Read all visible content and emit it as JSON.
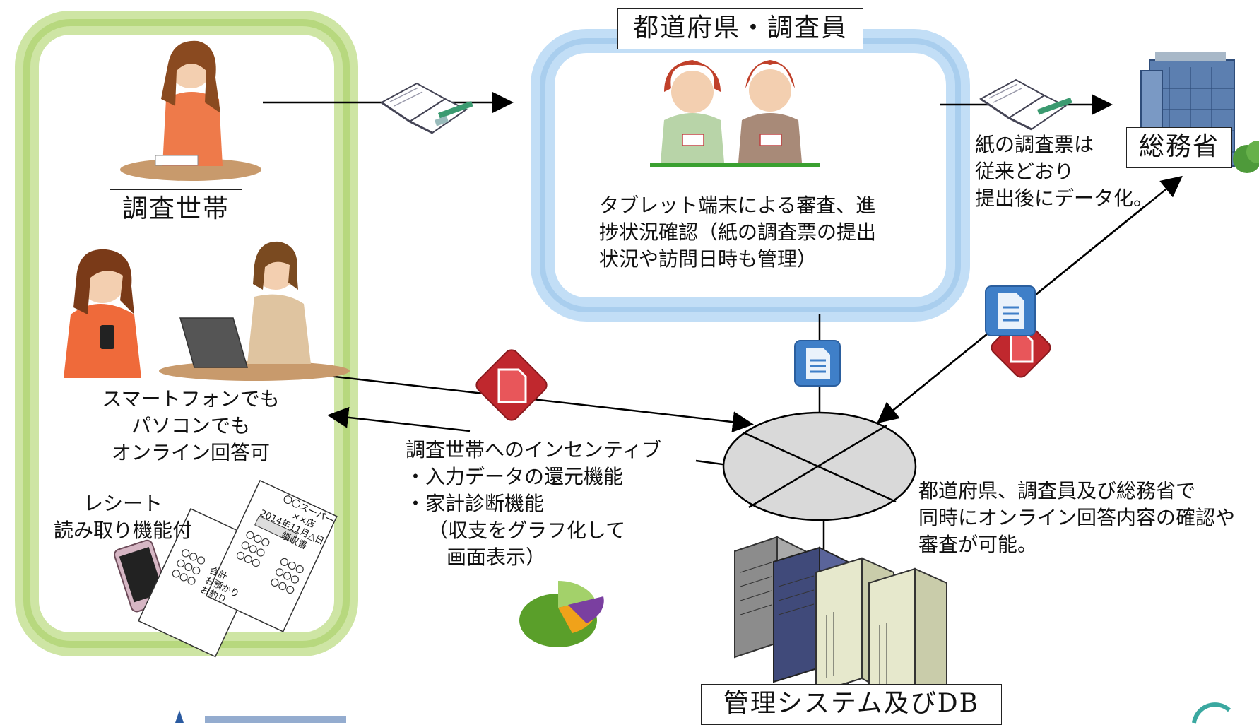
{
  "household": {
    "label": "調査世帯",
    "online_text": [
      "スマートフォンでも",
      "パソコンでも",
      "オンライン回答可"
    ],
    "receipt_text": [
      "レシート",
      "読み取り機能付"
    ]
  },
  "prefecture": {
    "label": "都道府県・調査員",
    "tablet_text": [
      "タブレット端末による審査、進",
      "捗状況確認（紙の調査票の提出",
      "状況や訪問日時も管理）"
    ]
  },
  "ministry": {
    "label": "総務省",
    "paper_text": [
      "紙の調査票は",
      "従来どおり",
      "提出後にデータ化。"
    ]
  },
  "incentive": {
    "lines": [
      "調査世帯へのインセンティブ",
      "・入力データの還元機能",
      "・家計診断機能",
      "（収支をグラフ化して",
      "画面表示）"
    ]
  },
  "shared_check": {
    "lines": [
      "都道府県、調査員及び総務省で",
      "同時にオンライン回答内容の確認や",
      "審査が可能。"
    ]
  },
  "system": {
    "label": "管理システム及びDB"
  },
  "receipt": {
    "lines": [
      "〇〇スーパー",
      "××店",
      "2014年11月△日",
      "領収書",
      "合計",
      "お預かり",
      "お釣り"
    ]
  },
  "colors": {
    "household_frame": "#b9d97a",
    "prefecture_frame": "#a9cdef",
    "doc_blue": "#3f7fc8",
    "doc_red": "#c0282e"
  }
}
